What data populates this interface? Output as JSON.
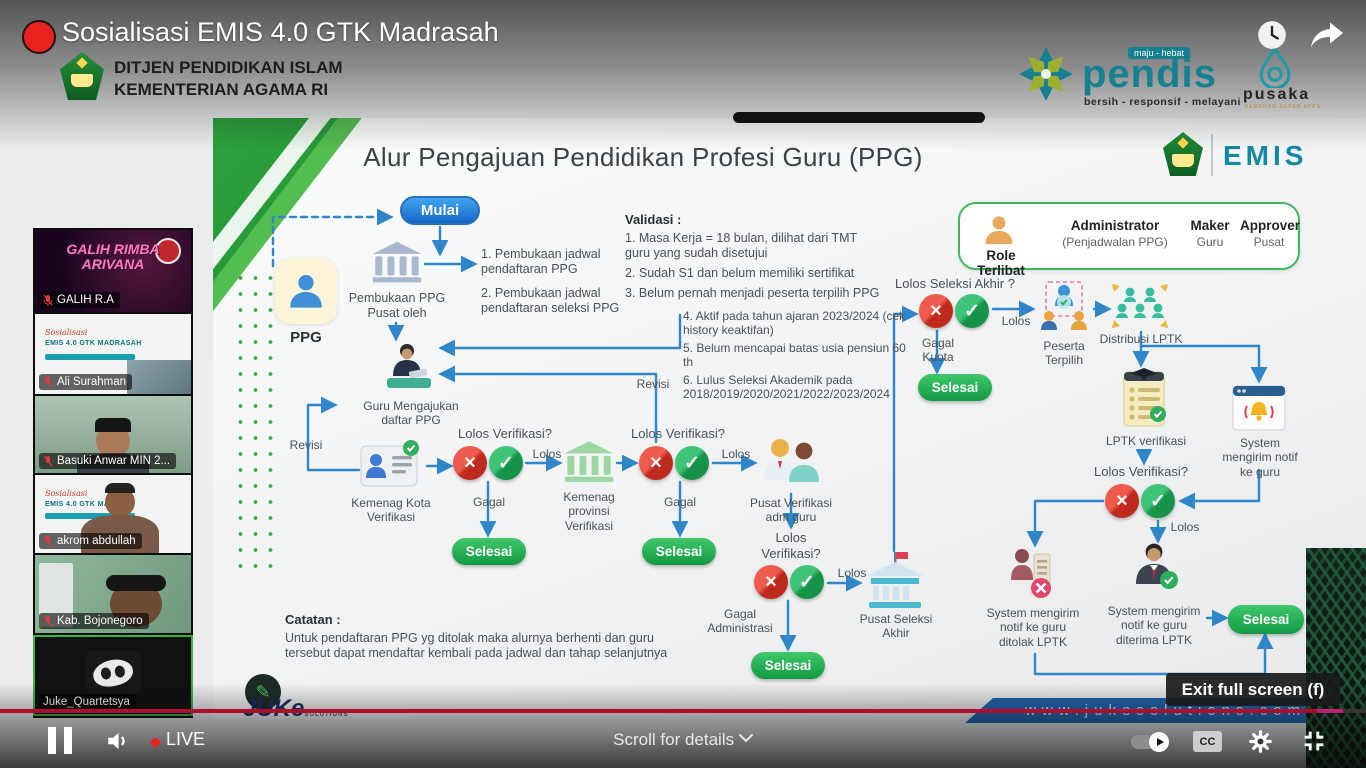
{
  "player": {
    "title": "Sosialisasi EMIS 4.0 GTK Madrasah",
    "live": "LIVE",
    "scroll_hint": "Scroll for details",
    "tooltip": "Exit full screen (f)",
    "cc": "CC"
  },
  "header": {
    "org_line1": "DITJEN PENDIDIKAN ISLAM",
    "org_line2": "KEMENTERIAN AGAMA RI"
  },
  "logos": {
    "pendis": "pendis",
    "pendis_badge": "maju - hebat",
    "pendis_tagline": "bersih - responsif - melayani",
    "pusaka": "pusaka",
    "pusaka_tagline": "KEMENAG SUPER APPS",
    "emis": "EMIS"
  },
  "icons": {
    "fail": "×",
    "pass": "✓",
    "pencil": "✎"
  },
  "participants": [
    {
      "name": "GALIH R.A",
      "banner": "GALIH RIMBA ARIVANA"
    },
    {
      "name": "Ali Surahman",
      "script": "Sosialisasi",
      "banner": "EMIS 4.0 GTK MADRASAH"
    },
    {
      "name": "Basuki Anwar MIN 2..."
    },
    {
      "name": "akrom abdullah",
      "script": "Sosialisasi",
      "banner": "EMIS 4.0 GTK MA"
    },
    {
      "name": "Kab. Bojonegoro"
    },
    {
      "name": "Juke_Quartetsya"
    }
  ],
  "slide": {
    "title": "Alur Pengajuan Pendidikan Profesi Guru (PPG)",
    "start": "Mulai",
    "ppg": "PPG",
    "pembukaan": "Pembukaan PPG Pusat oleh",
    "jadwal": [
      "1. Pembukaan jadwal pendaftaran PPG",
      "2. Pembukaan jadwal pendaftaran seleksi PPG"
    ],
    "validasi_title": "Validasi :",
    "validasi": [
      "1. Masa Kerja = 18 bulan, dilihat dari TMT guru yang sudah disetujui",
      "2. Sudah S1 dan belum memiliki sertifikat",
      "3. Belum pernah menjadi peserta terpilih PPG"
    ],
    "validasi_b": [
      "4. Aktif pada tahun ajaran 2023/2024 (cek history keaktifan)",
      "5. Belum mencapai batas usia pensiun 60 th",
      "6. Lulus Seleksi Akademik pada 2018/2019/2020/2021/2022/2023/2024"
    ],
    "guru_mengajukan": "Guru Mengajukan daftar PPG",
    "revisi": "Revisi",
    "lolos_verifikasi": "Lolos Verifikasi?",
    "lolos": "Lolos",
    "gagal": "Gagal",
    "selesai": "Selesai",
    "kemenag_kota": "Kemenag Kota Verifikasi",
    "kemenag_provinsi": "Kemenag provinsi Verifikasi",
    "pusat_verifikasi": "Pusat Verifikasi adm guru",
    "gagal_administrasi": "Gagal Administrasi",
    "pusat_seleksi": "Pusat Seleksi Akhir",
    "lolos_seleksi_akhir": "Lolos Seleksi Akhir ?",
    "gagal_kuota": "Gagal Kuota",
    "peserta_terpilih": "Peserta Terpilih",
    "distribusi_lptk": "Distribusi LPTK",
    "lptk_verifikasi": "LPTK verifikasi",
    "notif_guru": "System mengirim notif ke guru",
    "notif_ditolak": "System mengirim notif ke guru ditolak LPTK",
    "notif_diterima": "System mengirim notif ke guru diterima LPTK",
    "catatan_title": "Catatan :",
    "catatan": "Untuk pendaftaran PPG yg ditolak maka alurnya berhenti dan guru tersebut dapat mendaftar kembali pada jadwal dan tahap selanjutnya",
    "roles": {
      "title": "Role Terlibat",
      "r1": "Administrator",
      "r1_sub": "(Penjadwalan PPG)",
      "r2": "Maker",
      "r2_sub": "Guru",
      "r3": "Approver",
      "r3_sub": "Pusat"
    },
    "footer_url": "www.jukesolutions.com",
    "juke": "JUKe",
    "juke_sub": "SOLUTIONS"
  }
}
